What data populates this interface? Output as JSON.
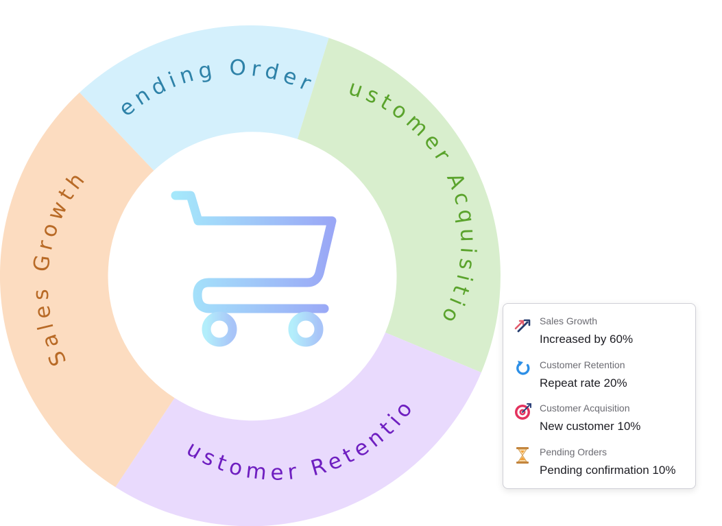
{
  "diagram": {
    "segments": [
      {
        "id": "pending",
        "label": "Pending Orders",
        "fill": "#d4f0fc",
        "text_color": "#2e82a8"
      },
      {
        "id": "acquisition",
        "label": "Customer Acquisition",
        "fill": "#d8eecd",
        "text_color": "#5aa32c"
      },
      {
        "id": "retention",
        "label": "Customer Retention",
        "fill": "#e9dafd",
        "text_color": "#6e1ec0"
      },
      {
        "id": "sales",
        "label": "Sales Growth",
        "fill": "#fcdcc0",
        "text_color": "#b86a26"
      }
    ],
    "center_icon": "shopping-cart-icon"
  },
  "legend": {
    "items": [
      {
        "title": "Sales Growth",
        "value": "Increased by 60%",
        "icon": "trend-arrows-icon"
      },
      {
        "title": "Customer Retention",
        "value": "Repeat rate 20%",
        "icon": "refresh-icon"
      },
      {
        "title": "Customer Acquisition",
        "value": "New customer 10%",
        "icon": "target-icon"
      },
      {
        "title": "Pending Orders",
        "value": "Pending confirmation 10%",
        "icon": "hourglass-icon"
      }
    ]
  }
}
